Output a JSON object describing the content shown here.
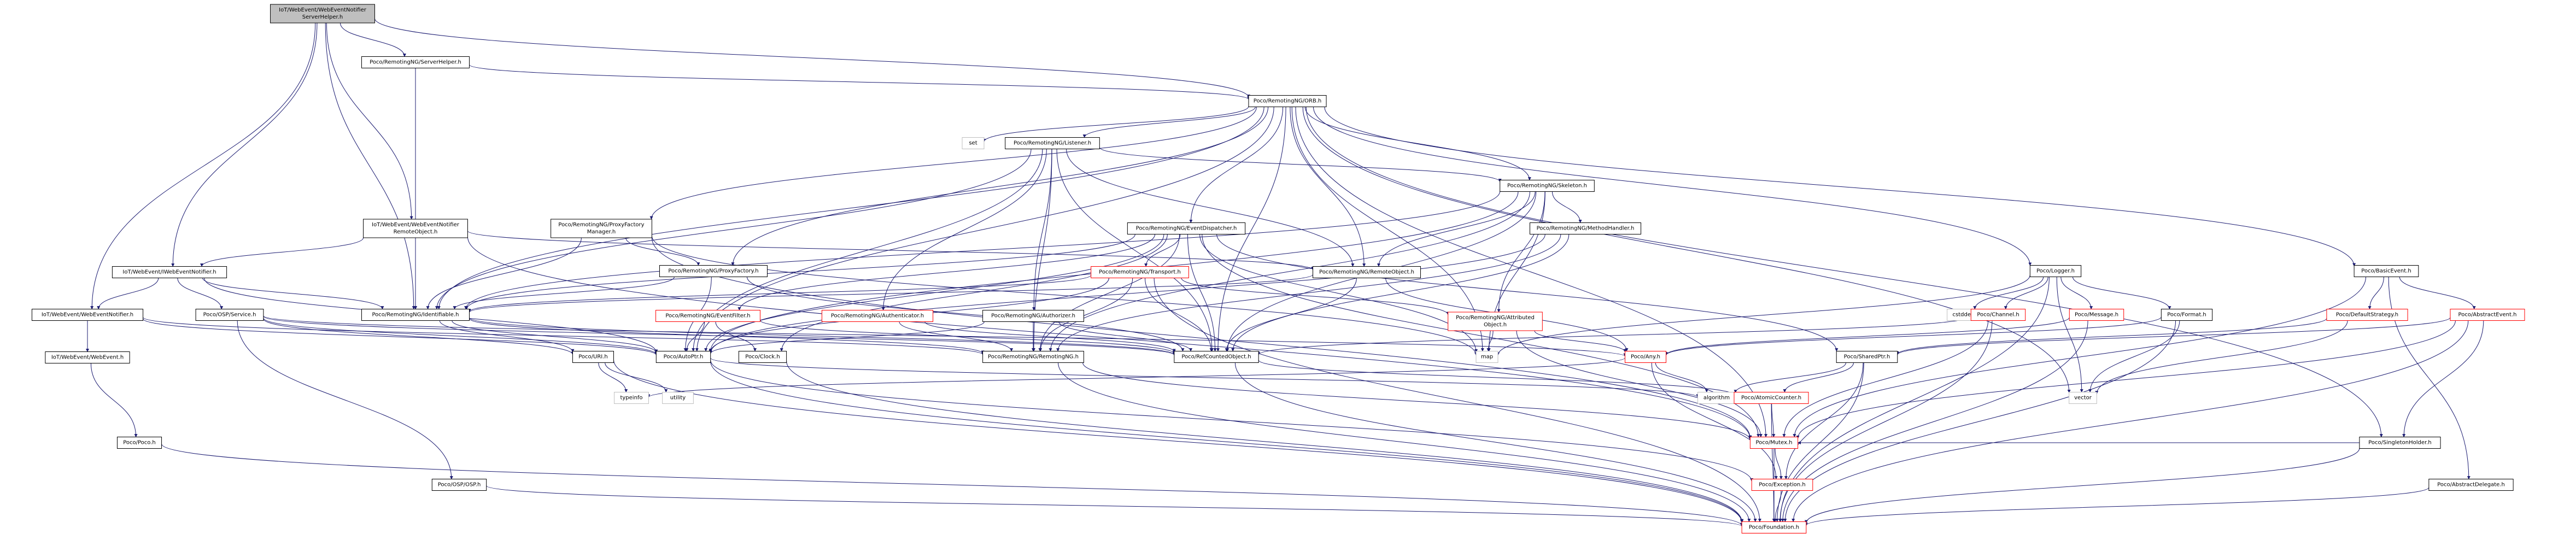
{
  "diagram": {
    "nodes": [
      {
        "id": "root",
        "lines": [
          "IoT/WebEvent/WebEventNotifier",
          "ServerHelper.h"
        ],
        "kind": "root"
      },
      {
        "id": "serverhelper",
        "lines": [
          "Poco/RemotingNG/ServerHelper.h"
        ],
        "kind": "normal"
      },
      {
        "id": "orb",
        "lines": [
          "Poco/RemotingNG/ORB.h"
        ],
        "kind": "normal"
      },
      {
        "id": "set",
        "lines": [
          "set"
        ],
        "kind": "external"
      },
      {
        "id": "listener",
        "lines": [
          "Poco/RemotingNG/Listener.h"
        ],
        "kind": "normal"
      },
      {
        "id": "skeleton",
        "lines": [
          "Poco/RemotingNG/Skeleton.h"
        ],
        "kind": "normal"
      },
      {
        "id": "methodhandler",
        "lines": [
          "Poco/RemotingNG/MethodHandler.h"
        ],
        "kind": "normal"
      },
      {
        "id": "eventdispatcher",
        "lines": [
          "Poco/RemotingNG/EventDispatcher.h"
        ],
        "kind": "normal"
      },
      {
        "id": "transport",
        "lines": [
          "Poco/RemotingNG/Transport.h"
        ],
        "kind": "incomplete"
      },
      {
        "id": "remoteobjecth",
        "lines": [
          "IoT/WebEvent/WebEventNotifier",
          "RemoteObject.h"
        ],
        "kind": "normal"
      },
      {
        "id": "proxyfactorymgr",
        "lines": [
          "Poco/RemotingNG/ProxyFactory",
          "Manager.h"
        ],
        "kind": "normal"
      },
      {
        "id": "proxyfactory",
        "lines": [
          "Poco/RemotingNG/ProxyFactory.h"
        ],
        "kind": "normal"
      },
      {
        "id": "remoteobject",
        "lines": [
          "Poco/RemotingNG/RemoteObject.h"
        ],
        "kind": "normal"
      },
      {
        "id": "iwebeventnotifier",
        "lines": [
          "IoT/WebEvent/IWebEventNotifier.h"
        ],
        "kind": "normal"
      },
      {
        "id": "webeventnotifier",
        "lines": [
          "IoT/WebEvent/WebEventNotifier.h"
        ],
        "kind": "normal"
      },
      {
        "id": "osgiservice",
        "lines": [
          "Poco/OSP/Service.h"
        ],
        "kind": "normal"
      },
      {
        "id": "identifiable",
        "lines": [
          "Poco/RemotingNG/Identifiable.h"
        ],
        "kind": "normal"
      },
      {
        "id": "eventfilter",
        "lines": [
          "Poco/RemotingNG/EventFilter.h"
        ],
        "kind": "incomplete"
      },
      {
        "id": "authenticator",
        "lines": [
          "Poco/RemotingNG/Authenticator.h"
        ],
        "kind": "incomplete"
      },
      {
        "id": "authorizer",
        "lines": [
          "Poco/RemotingNG/Authorizer.h"
        ],
        "kind": "normal"
      },
      {
        "id": "attributed",
        "lines": [
          "Poco/RemotingNG/Attributed",
          "Object.h"
        ],
        "kind": "incomplete"
      },
      {
        "id": "webevent",
        "lines": [
          "IoT/WebEvent/WebEvent.h"
        ],
        "kind": "normal"
      },
      {
        "id": "urih",
        "lines": [
          "Poco/URI.h"
        ],
        "kind": "normal"
      },
      {
        "id": "autoptr",
        "lines": [
          "Poco/AutoPtr.h"
        ],
        "kind": "normal"
      },
      {
        "id": "clock",
        "lines": [
          "Poco/Clock.h"
        ],
        "kind": "normal"
      },
      {
        "id": "remotingng",
        "lines": [
          "Poco/RemotingNG/RemotingNG.h"
        ],
        "kind": "normal"
      },
      {
        "id": "refcounted",
        "lines": [
          "Poco/RefCountedObject.h"
        ],
        "kind": "normal"
      },
      {
        "id": "map",
        "lines": [
          "map"
        ],
        "kind": "external"
      },
      {
        "id": "any",
        "lines": [
          "Poco/Any.h"
        ],
        "kind": "incomplete"
      },
      {
        "id": "sharedptr",
        "lines": [
          "Poco/SharedPtr.h"
        ],
        "kind": "normal"
      },
      {
        "id": "typeinfo",
        "lines": [
          "typeinfo"
        ],
        "kind": "external"
      },
      {
        "id": "utility",
        "lines": [
          "utility"
        ],
        "kind": "external"
      },
      {
        "id": "algorithm",
        "lines": [
          "algorithm"
        ],
        "kind": "external"
      },
      {
        "id": "atomiccounter",
        "lines": [
          "Poco/AtomicCounter.h"
        ],
        "kind": "incomplete"
      },
      {
        "id": "vector",
        "lines": [
          "vector"
        ],
        "kind": "external"
      },
      {
        "id": "mutex",
        "lines": [
          "Poco/Mutex.h"
        ],
        "kind": "incomplete"
      },
      {
        "id": "exception",
        "lines": [
          "Poco/Exception.h"
        ],
        "kind": "incomplete"
      },
      {
        "id": "foundation",
        "lines": [
          "Poco/Foundation.h"
        ],
        "kind": "incomplete"
      },
      {
        "id": "poco",
        "lines": [
          "Poco/Poco.h"
        ],
        "kind": "normal"
      },
      {
        "id": "osgi",
        "lines": [
          "Poco/OSP/OSP.h"
        ],
        "kind": "normal"
      },
      {
        "id": "logger",
        "lines": [
          "Poco/Logger.h"
        ],
        "kind": "normal"
      },
      {
        "id": "cstddef",
        "lines": [
          "cstddef"
        ],
        "kind": "external"
      },
      {
        "id": "channel",
        "lines": [
          "Poco/Channel.h"
        ],
        "kind": "incomplete"
      },
      {
        "id": "message",
        "lines": [
          "Poco/Message.h"
        ],
        "kind": "incomplete"
      },
      {
        "id": "format",
        "lines": [
          "Poco/Format.h"
        ],
        "kind": "normal"
      },
      {
        "id": "basicevent",
        "lines": [
          "Poco/BasicEvent.h"
        ],
        "kind": "normal"
      },
      {
        "id": "defaultstrategy",
        "lines": [
          "Poco/DefaultStrategy.h"
        ],
        "kind": "incomplete"
      },
      {
        "id": "abstractevent",
        "lines": [
          "Poco/AbstractEvent.h"
        ],
        "kind": "incomplete"
      },
      {
        "id": "singletonholder",
        "lines": [
          "Poco/SingletonHolder.h"
        ],
        "kind": "normal"
      },
      {
        "id": "abstractdelegate",
        "lines": [
          "Poco/AbstractDelegate.h"
        ],
        "kind": "normal"
      }
    ],
    "edges": [
      [
        "root",
        "serverhelper"
      ],
      [
        "root",
        "orb"
      ],
      [
        "root",
        "remoteobjecth"
      ],
      [
        "root",
        "iwebeventnotifier"
      ],
      [
        "root",
        "webeventnotifier"
      ],
      [
        "root",
        "identifiable"
      ],
      [
        "serverhelper",
        "orb"
      ],
      [
        "serverhelper",
        "identifiable"
      ],
      [
        "orb",
        "set"
      ],
      [
        "orb",
        "listener"
      ],
      [
        "orb",
        "skeleton"
      ],
      [
        "orb",
        "eventdispatcher"
      ],
      [
        "orb",
        "proxyfactorymgr"
      ],
      [
        "orb",
        "proxyfactory"
      ],
      [
        "orb",
        "remoteobject"
      ],
      [
        "orb",
        "identifiable"
      ],
      [
        "orb",
        "autoptr"
      ],
      [
        "orb",
        "refcounted"
      ],
      [
        "orb",
        "map"
      ],
      [
        "orb",
        "vector"
      ],
      [
        "orb",
        "mutex"
      ],
      [
        "orb",
        "logger"
      ],
      [
        "orb",
        "basicevent"
      ],
      [
        "orb",
        "singletonholder"
      ],
      [
        "listener",
        "skeleton"
      ],
      [
        "listener",
        "remoteobject"
      ],
      [
        "listener",
        "identifiable"
      ],
      [
        "listener",
        "authenticator"
      ],
      [
        "listener",
        "authorizer"
      ],
      [
        "listener",
        "remotingng"
      ],
      [
        "listener",
        "refcounted"
      ],
      [
        "listener",
        "autoptr"
      ],
      [
        "skeleton",
        "methodhandler"
      ],
      [
        "skeleton",
        "remoteobject"
      ],
      [
        "skeleton",
        "identifiable"
      ],
      [
        "skeleton",
        "attributed"
      ],
      [
        "skeleton",
        "remotingng"
      ],
      [
        "skeleton",
        "refcounted"
      ],
      [
        "skeleton",
        "map"
      ],
      [
        "skeleton",
        "autoptr"
      ],
      [
        "methodhandler",
        "remotingng"
      ],
      [
        "methodhandler",
        "refcounted"
      ],
      [
        "methodhandler",
        "autoptr"
      ],
      [
        "eventdispatcher",
        "transport"
      ],
      [
        "eventdispatcher",
        "eventfilter"
      ],
      [
        "eventdispatcher",
        "identifiable"
      ],
      [
        "eventdispatcher",
        "remotingng"
      ],
      [
        "eventdispatcher",
        "refcounted"
      ],
      [
        "eventdispatcher",
        "map"
      ],
      [
        "eventdispatcher",
        "mutex"
      ],
      [
        "eventdispatcher",
        "autoptr"
      ],
      [
        "eventdispatcher",
        "sharedptr"
      ],
      [
        "eventdispatcher",
        "clock"
      ],
      [
        "transport",
        "identifiable"
      ],
      [
        "transport",
        "attributed"
      ],
      [
        "transport",
        "remotingng"
      ],
      [
        "transport",
        "refcounted"
      ],
      [
        "transport",
        "foundation"
      ],
      [
        "transport",
        "autoptr"
      ],
      [
        "remoteobjecth",
        "iwebeventnotifier"
      ],
      [
        "remoteobjecth",
        "remoteobject"
      ],
      [
        "remoteobjecth",
        "identifiable"
      ],
      [
        "remoteobjecth",
        "mutex"
      ],
      [
        "proxyfactorymgr",
        "proxyfactory"
      ],
      [
        "proxyfactorymgr",
        "identifiable"
      ],
      [
        "proxyfactorymgr",
        "map"
      ],
      [
        "proxyfactorymgr",
        "mutex"
      ],
      [
        "proxyfactory",
        "identifiable"
      ],
      [
        "proxyfactory",
        "refcounted"
      ],
      [
        "proxyfactory",
        "autoptr"
      ],
      [
        "remoteobject",
        "identifiable"
      ],
      [
        "remoteobject",
        "refcounted"
      ],
      [
        "remoteobject",
        "any"
      ],
      [
        "iwebeventnotifier",
        "webeventnotifier"
      ],
      [
        "iwebeventnotifier",
        "osgiservice"
      ],
      [
        "iwebeventnotifier",
        "identifiable"
      ],
      [
        "iwebeventnotifier",
        "autoptr"
      ],
      [
        "webeventnotifier",
        "webevent"
      ],
      [
        "webeventnotifier",
        "remotingng"
      ],
      [
        "webeventnotifier",
        "autoptr"
      ],
      [
        "osgiservice",
        "osgi"
      ],
      [
        "osgiservice",
        "refcounted"
      ],
      [
        "osgiservice",
        "autoptr"
      ],
      [
        "osgiservice",
        "any"
      ],
      [
        "osgiservice",
        "urih"
      ],
      [
        "identifiable",
        "urih"
      ],
      [
        "identifiable",
        "remotingng"
      ],
      [
        "identifiable",
        "refcounted"
      ],
      [
        "identifiable",
        "autoptr"
      ],
      [
        "eventfilter",
        "refcounted"
      ],
      [
        "eventfilter",
        "autoptr"
      ],
      [
        "eventfilter",
        "clock"
      ],
      [
        "authenticator",
        "remotingng"
      ],
      [
        "authenticator",
        "refcounted"
      ],
      [
        "authorizer",
        "remotingng"
      ],
      [
        "authorizer",
        "refcounted"
      ],
      [
        "authorizer",
        "autoptr"
      ],
      [
        "attributed",
        "map"
      ],
      [
        "attributed",
        "mutex"
      ],
      [
        "attributed",
        "any"
      ],
      [
        "webevent",
        "poco"
      ],
      [
        "urih",
        "typeinfo"
      ],
      [
        "urih",
        "utility"
      ],
      [
        "urih",
        "foundation"
      ],
      [
        "autoptr",
        "algorithm"
      ],
      [
        "autoptr",
        "exception"
      ],
      [
        "autoptr",
        "foundation"
      ],
      [
        "clock",
        "foundation"
      ],
      [
        "remotingng",
        "foundation"
      ],
      [
        "remotingng",
        "mutex"
      ],
      [
        "refcounted",
        "atomiccounter"
      ],
      [
        "refcounted",
        "foundation"
      ],
      [
        "any",
        "algorithm"
      ],
      [
        "any",
        "typeinfo"
      ],
      [
        "any",
        "exception"
      ],
      [
        "sharedptr",
        "algorithm"
      ],
      [
        "sharedptr",
        "atomiccounter"
      ],
      [
        "sharedptr",
        "exception"
      ],
      [
        "sharedptr",
        "foundation"
      ],
      [
        "atomiccounter",
        "mutex"
      ],
      [
        "atomiccounter",
        "foundation"
      ],
      [
        "mutex",
        "exception"
      ],
      [
        "mutex",
        "foundation"
      ],
      [
        "exception",
        "foundation"
      ],
      [
        "poco",
        "foundation"
      ],
      [
        "osgi",
        "foundation"
      ],
      [
        "logger",
        "cstddef"
      ],
      [
        "logger",
        "channel"
      ],
      [
        "logger",
        "message"
      ],
      [
        "logger",
        "format"
      ],
      [
        "logger",
        "map"
      ],
      [
        "logger",
        "vector"
      ],
      [
        "logger",
        "foundation"
      ],
      [
        "channel",
        "refcounted"
      ],
      [
        "channel",
        "mutex"
      ],
      [
        "channel",
        "foundation"
      ],
      [
        "message",
        "any"
      ],
      [
        "message",
        "foundation"
      ],
      [
        "format",
        "any"
      ],
      [
        "format",
        "vector"
      ],
      [
        "format",
        "foundation"
      ],
      [
        "basicevent",
        "defaultstrategy"
      ],
      [
        "basicevent",
        "abstractevent"
      ],
      [
        "basicevent",
        "abstractdelegate"
      ],
      [
        "basicevent",
        "mutex"
      ],
      [
        "defaultstrategy",
        "sharedptr"
      ],
      [
        "defaultstrategy",
        "vector"
      ],
      [
        "abstractevent",
        "singletonholder"
      ],
      [
        "abstractevent",
        "sharedptr"
      ],
      [
        "abstractevent",
        "mutex"
      ],
      [
        "abstractevent",
        "foundation"
      ],
      [
        "singletonholder",
        "mutex"
      ],
      [
        "singletonholder",
        "foundation"
      ],
      [
        "abstractdelegate",
        "foundation"
      ]
    ],
    "colors": {
      "root_fill": "#bfbfbf",
      "root_stroke": "#000000",
      "normal_fill": "#ffffff",
      "normal_stroke": "#000000",
      "incomplete_fill": "#ffffff",
      "incomplete_stroke": "#ff0000",
      "external_fill": "#ffffff",
      "external_stroke": "#bfbfbf",
      "edge": "#191970",
      "text": "#000000"
    }
  }
}
